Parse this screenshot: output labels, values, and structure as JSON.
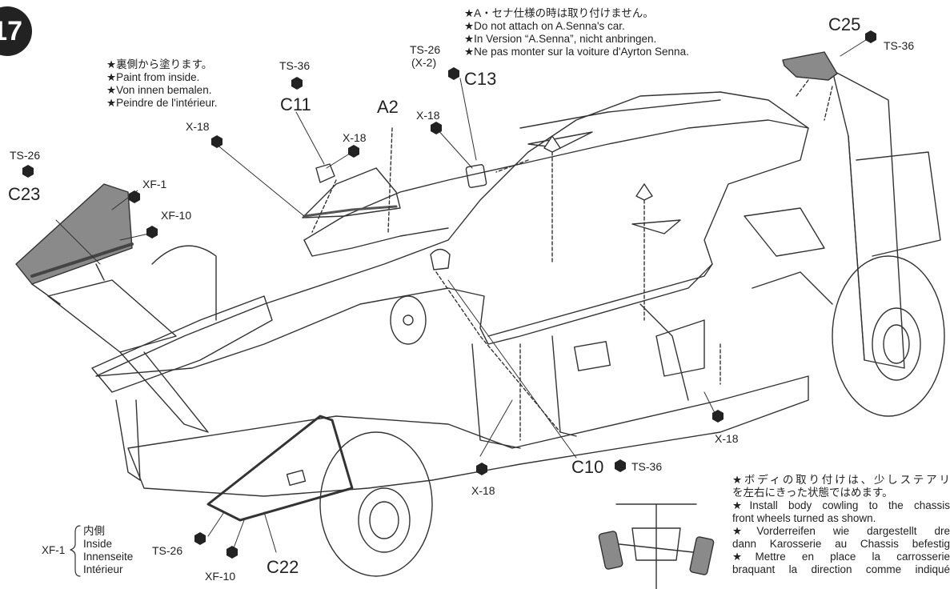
{
  "step": {
    "number": "17"
  },
  "notes": {
    "senna": [
      "★A・セナ仕様の時は取り付けません。",
      "★Do not attach on A.Senna's car.",
      "★In Version “A.Senna”, nicht anbringen.",
      "★Ne pas monter sur la voiture d'Ayrton Senna."
    ],
    "paint_inside": [
      "★裏側から塗ります。",
      "★Paint from inside.",
      "★Von innen bemalen.",
      "★Peindre de l'intérieur."
    ],
    "install": [
      "★ボディの取り付けは、少しステアリ",
      "を左右にきった状態ではめます。",
      "★Install body cowling to the chassis",
      "front wheels turned as shown.",
      "★Vorderreifen wie dargestellt dre",
      "dann Karosserie au Chassis befestig",
      "★Mettre en place la carrosserie",
      "braquant la direction comme indiqué"
    ]
  },
  "legend": {
    "code": "XF-1",
    "items": [
      "内側",
      "Inside",
      "Innenseite",
      "Intérieur"
    ]
  },
  "parts": {
    "c25": "C25",
    "c13": "C13",
    "c11": "C11",
    "a2": "A2",
    "c23": "C23",
    "c10": "C10",
    "c22": "C22"
  },
  "paints": {
    "ts36_top": "TS-36",
    "ts26_c13": "TS-26",
    "x2": "(X-2)",
    "ts36_c11": "TS-36",
    "x18_a": "X-18",
    "x18_b": "X-18",
    "x18_c": "X-18",
    "ts26_c23": "TS-26",
    "xf1": "XF-1",
    "xf10_a": "XF-10",
    "x18_right": "X-18",
    "ts36_c10": "TS-36",
    "x18_bottom": "X-18",
    "ts26_bottom": "TS-26",
    "xf10_bottom": "XF-10"
  },
  "colors": {
    "ink": "#222222",
    "tint": "#8a8a8a",
    "background": "#ffffff"
  }
}
